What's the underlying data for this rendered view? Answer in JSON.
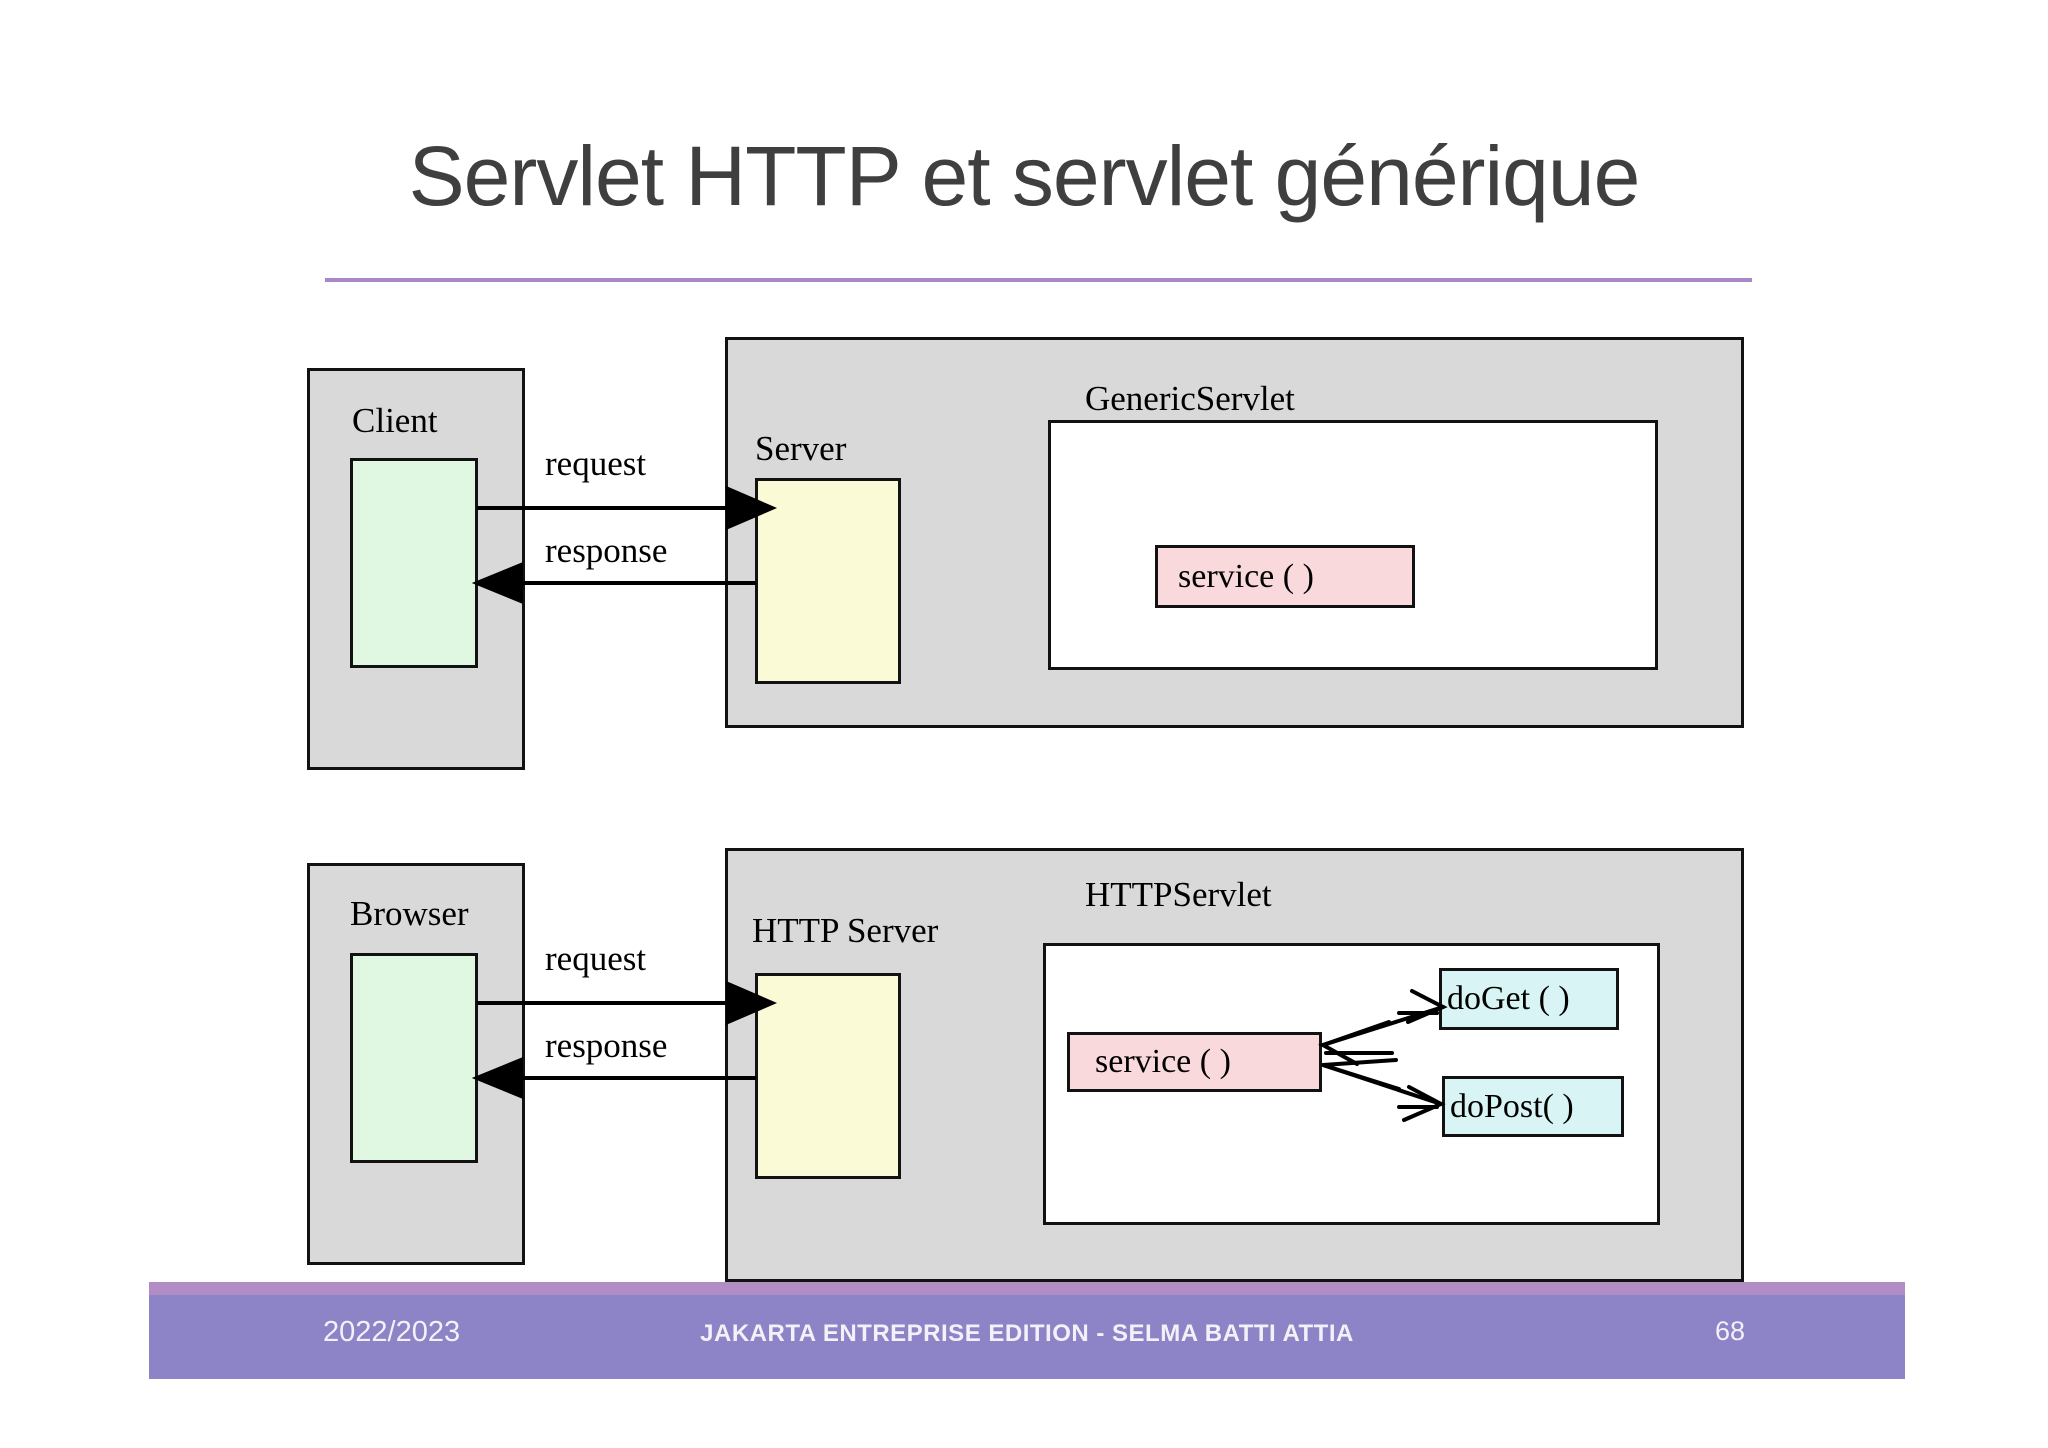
{
  "slide": {
    "title": "Servlet HTTP et servlet générique",
    "colors": {
      "title_text": "#3f3f3f",
      "accent_underline": "#a986c8",
      "footer_bar": "#8c84c6",
      "footer_strip": "#b18cc5",
      "box_gray": "#d9d9d9",
      "box_green": "#e0f7e1",
      "box_yellow": "#fbfad6",
      "box_pink": "#f9d9dc",
      "box_cyan": "#d8f4f4"
    },
    "generic_diagram": {
      "client_label": "Client",
      "server_label": "Server",
      "servlet_label": "GenericServlet",
      "request_label": "request",
      "response_label": "response",
      "service_label": "service ( )"
    },
    "http_diagram": {
      "client_label": "Browser",
      "server_label": "HTTP Server",
      "servlet_label": "HTTPServlet",
      "request_label": "request",
      "response_label": "response",
      "service_label": "service ( )",
      "doget_label": "doGet ( )",
      "dopost_label": "doPost( )"
    },
    "footer": {
      "year": "2022/2023",
      "course": "JAKARTA ENTREPRISE EDITION - SELMA BATTI ATTIA",
      "page_number": "68"
    }
  }
}
